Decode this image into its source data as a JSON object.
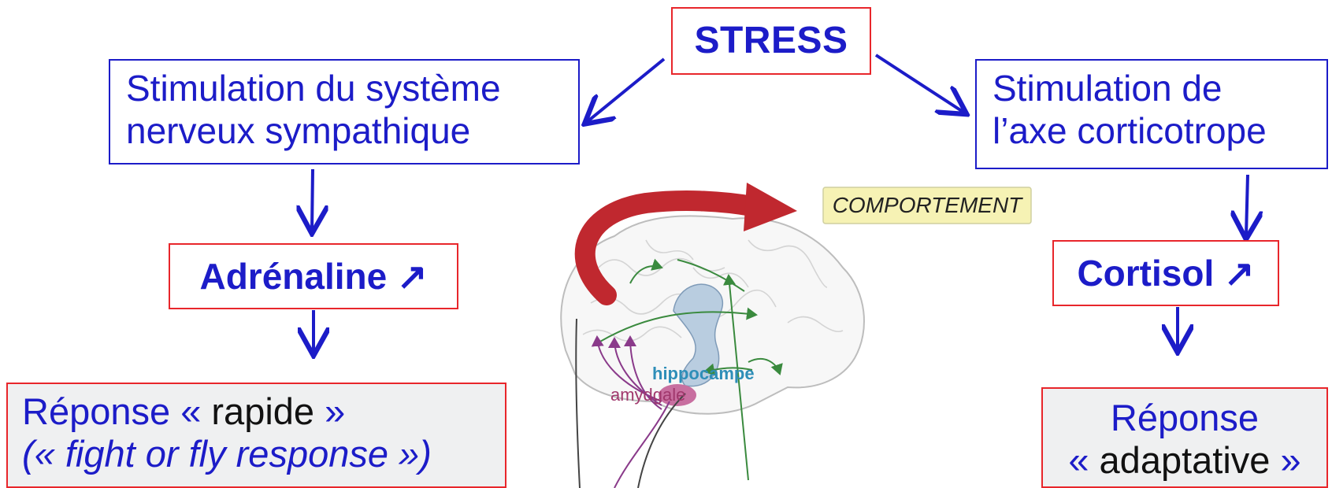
{
  "top": {
    "label": "STRESS"
  },
  "left": {
    "stimulation": [
      "Stimulation du système",
      "nerveux sympathique"
    ],
    "hormone": {
      "name": "Adrénaline",
      "trend": "↗"
    },
    "response": {
      "line1_prefix": "Réponse « ",
      "line1_word": "rapide",
      "line1_suffix": " »",
      "line2": "(« fight or fly response »)"
    }
  },
  "right": {
    "stimulation": [
      "Stimulation de",
      "l’axe corticotrope"
    ],
    "hormone": {
      "name": "Cortisol",
      "trend": "↗"
    },
    "response": {
      "line1": "Réponse",
      "line2_prefix": "« ",
      "line2_word": "adaptative",
      "line2_suffix": " »"
    }
  },
  "brain": {
    "behavior_label": "COMPORTEMENT",
    "hippocampus_label": "hippocampe",
    "amygdala_label": "amydgale"
  },
  "colors": {
    "text_blue": "#1c1cc8",
    "box_red": "#e8262b",
    "box_blue": "#1c1cc8",
    "big_arrow_red": "#c0282f",
    "pathway_green": "#3a8a3e",
    "pathway_purple": "#8a3a8a",
    "hippocampus_blue": "#9fb9d2",
    "amygdala_pink": "#c86fa0"
  }
}
